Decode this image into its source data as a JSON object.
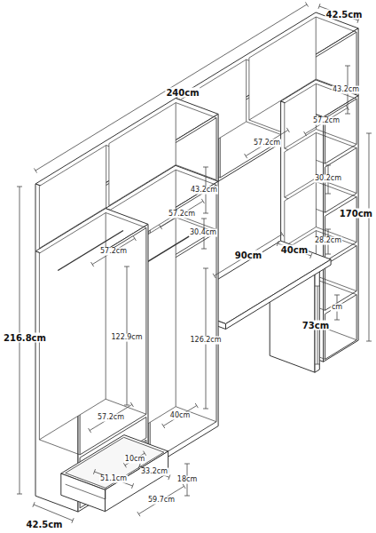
{
  "diagram": {
    "labels": [
      "42.5cm",
      "240cm",
      "43.2cm",
      "57.2cm",
      "57.2cm",
      "43.2cm",
      "57.2cm",
      "30.2cm",
      "216.8cm",
      "170cm",
      "57.2cm",
      "30.4cm",
      "90cm",
      "40cm",
      "28.2cm",
      "cm",
      "122.9cm",
      "126.2cm",
      "73cm",
      "57.2cm",
      "40cm",
      "10cm",
      "33.2cm",
      "51.1cm",
      "59.7cm",
      "18cm",
      "42.5cm"
    ]
  }
}
